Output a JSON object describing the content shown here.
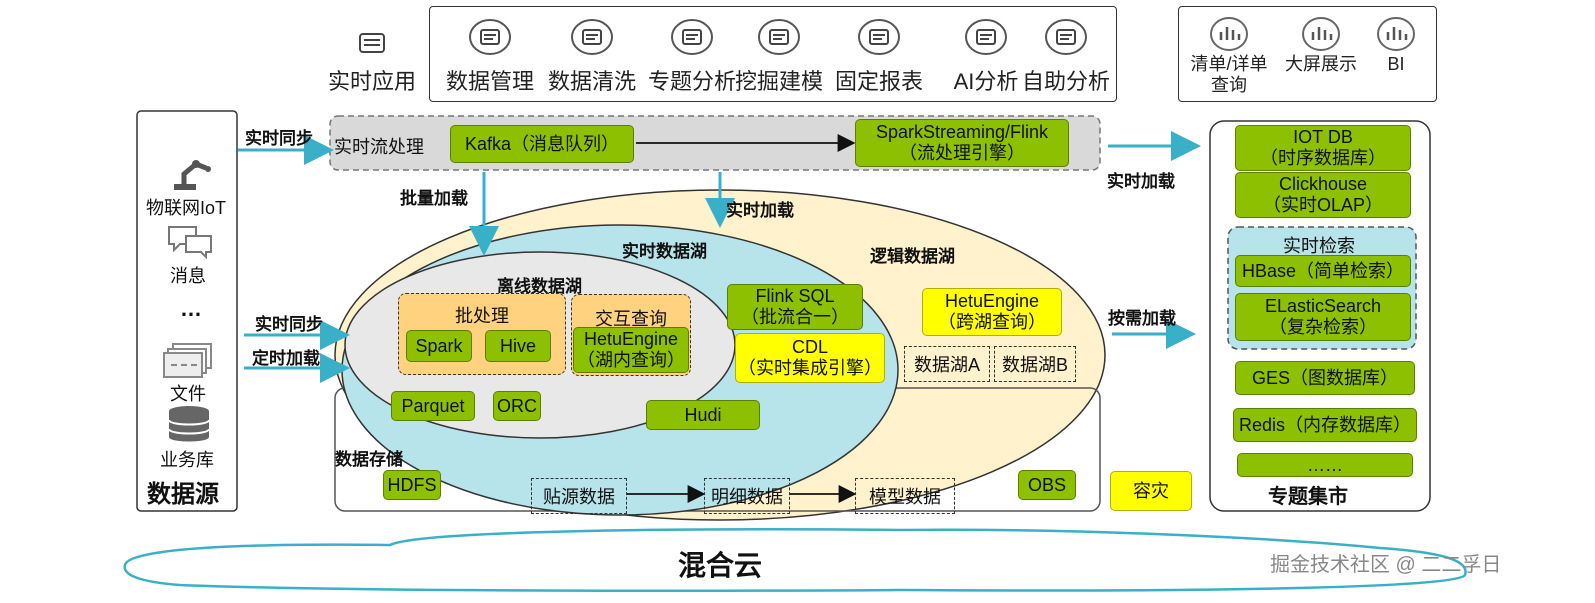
{
  "top_apps": {
    "realtime_app": "实时应用",
    "tools": [
      {
        "label": "数据管理",
        "icon": "data-management-icon"
      },
      {
        "label": "数据清洗",
        "icon": "data-cleaning-icon"
      },
      {
        "label": "专题分析",
        "icon": "topic-analysis-icon"
      },
      {
        "label": "挖掘建模",
        "icon": "mining-modeling-icon"
      },
      {
        "label": "固定报表",
        "icon": "fixed-report-icon"
      },
      {
        "label": "AI分析",
        "icon": "ai-analysis-icon"
      },
      {
        "label": "自助分析",
        "icon": "self-service-analysis-icon"
      }
    ],
    "right": [
      {
        "label": "清单/详单\n查询",
        "icon": "list-query-icon"
      },
      {
        "label": "大屏展示",
        "icon": "big-screen-icon"
      },
      {
        "label": "BI",
        "icon": "bi-icon"
      }
    ]
  },
  "datasource": {
    "title": "数据源",
    "items": [
      "物联网IoT",
      "消息",
      "…",
      "文件",
      "业务库"
    ]
  },
  "arrows": {
    "realtime_sync_top": "实时同步",
    "batch_load": "批量加载",
    "realtime_load_mid": "实时加载",
    "realtime_load_right": "实时加载",
    "realtime_sync": "实时同步",
    "scheduled_load": "定时加载",
    "ondemand_load": "按需加载"
  },
  "stream": {
    "title": "实时流处理",
    "kafka": "Kafka（消息队列）",
    "spark_line1": "SparkStreaming/Flink",
    "spark_line2": "（流处理引擎）"
  },
  "lakes": {
    "logical": "逻辑数据湖",
    "realtime": "实时数据湖",
    "offline": "离线数据湖",
    "batch": "批处理",
    "spark": "Spark",
    "hive": "Hive",
    "interactive": "交互查询",
    "hetu_in_1": "HetuEngine",
    "hetu_in_2": "（湖内查询）",
    "flink_1": "Flink SQL",
    "flink_2": "（批流合一）",
    "cdl_1": "CDL",
    "cdl_2": "（实时集成引擎）",
    "hetu_cross_1": "HetuEngine",
    "hetu_cross_2": "（跨湖查询）",
    "lake_a": "数据湖A",
    "lake_b": "数据湖B",
    "parquet": "Parquet",
    "orc": "ORC",
    "hudi": "Hudi"
  },
  "storage": {
    "title": "数据存储",
    "hdfs": "HDFS",
    "obs": "OBS",
    "raw": "贴源数据",
    "detail": "明细数据",
    "model": "模型数据",
    "dr": "容灾"
  },
  "mart": {
    "title": "专题集市",
    "iotdb_1": "IOT DB",
    "iotdb_2": "（时序数据库）",
    "click_1": "Clickhouse",
    "click_2": "（实时OLAP）",
    "search_title": "实时检索",
    "hbase": "HBase（简单检索）",
    "es_1": "ELasticSearch",
    "es_2": "（复杂检索）",
    "ges": "GES（图数据库）",
    "redis": "Redis（内存数据库）",
    "more": "……"
  },
  "cloud": "混合云",
  "watermark": "掘金技术社区 @ 二二孚日",
  "colors": {
    "green": "#8dc000",
    "yellow": "#ffff00",
    "cyan_arrow": "#3ab0c8",
    "lake_cream": "#fff2cc",
    "lake_cyan": "#b7e4ea",
    "orange_box": "#ffd280"
  }
}
